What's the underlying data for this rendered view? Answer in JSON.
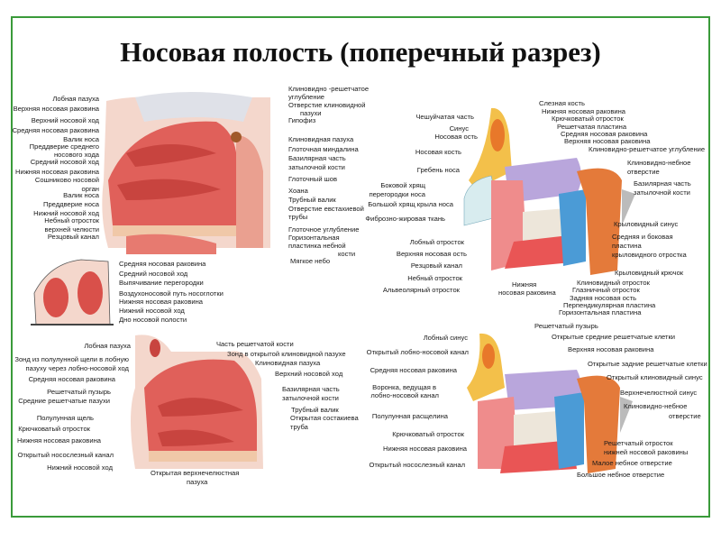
{
  "title": "Носовая полость (поперечный разрез)",
  "panels": {
    "sagittal": {
      "left": [
        "Лобная пазуха",
        "Верхняя носовая раковина",
        "Верхний носовой ход",
        "Средняя носовая раковина",
        "Валик носа",
        "Преддверие среднего",
        "носового хода",
        "Средний носовой ход",
        "Нижняя носовая раковина",
        "Сошниково носовой",
        "орган",
        "Валик носа",
        "Преддверие носа",
        "Нижний носовой ход",
        "Небный отросток",
        "верхней челюсти",
        "Резцовый канал"
      ],
      "right": [
        "Клиновидно -решетчатое",
        "углубление",
        "Отверстие клиновидной",
        "пазухи",
        "Гипофиз",
        "Клиновидная пазуха",
        "Глоточная миндалина",
        "Базилярная часть",
        "затылочной кости",
        "Глоточный шов",
        "Хоана",
        "Трубный валик",
        "Отверстие евстахиевой",
        "трубы",
        "Глоточное углубление",
        "Горизонтальная",
        "пластинка небной",
        "кости",
        "Мягкое небо"
      ]
    },
    "anterior": {
      "right": [
        "Средняя носовая раковина",
        "Средний носовой ход",
        "Выпячивание перегородки",
        "Воздухоносовой путь носоглотки",
        "Нижняя носовая раковина",
        "Нижний носовой ход",
        "Дно носовой полости"
      ]
    },
    "lateral_wall": {
      "left": [
        "Лобная пазуха",
        "Зонд из полулунной щели в лобную",
        "пазуху через лобно-носовой ход",
        "Средняя носовая раковина",
        "Решетчатый пузырь",
        "Средние решетчатые пазухи",
        "Полулунная щель",
        "Крючковатый отросток",
        "Нижняя носовая раковина",
        "Открытый носослезный канал",
        "Нижний носовой ход"
      ],
      "right": [
        "Часть решетчатой кости",
        "Зонд в открытой клиновидной пазухе",
        "Клиновидная пазуха",
        "Верхний носовой ход",
        "Базилярная часть",
        "затылочной кости",
        "Трубный валик",
        "Открытая состакиева",
        "труба",
        "Открытая верхнечелюстная",
        "пазуха"
      ]
    },
    "bones": {
      "left": [
        "Чешуйчатая часть",
        "Синус",
        "Носовая ость",
        "Носовая кость",
        "Гребень носа",
        "Боковой хрящ",
        "перегородки носа",
        "Большой хрящ крыла носа",
        "Фиброзно-жировая ткань",
        "Лобный отросток",
        "Верхняя носовая ость",
        "Резцовый канал",
        "Небный отросток",
        "Альвеолярный отросток"
      ],
      "right": [
        "Слезная кость",
        "Нижняя носовая раковина",
        "Крючковатый отросток",
        "Решетчатая пластина",
        "Средняя носовая раковина",
        "Верхняя носовая раковина",
        "Клиновидно-решетчатое углубление",
        "Клиновидно-небное",
        "отверстие",
        "Базилярная часть",
        "затылочной кости",
        "Крыловидный синус",
        "Средняя и боковая",
        "пластина",
        "крыловидного отростка",
        "Крыловидный крючок",
        "Клиновидный отросток",
        "Глазничный отросток",
        "Задняя носовая ость",
        "Перпендикулярная пластина",
        "Горизонтальная пластина",
        "Нижняя",
        "носовая раковина"
      ]
    },
    "bones_open": {
      "left": [
        "Лобный синус",
        "Открытый лобно-носовой канал",
        "Средняя носовая раковина",
        "Воронка, ведущая в",
        "лобно-носовой канал",
        "Полулунная расщелина",
        "Крючковатый отросток",
        "Нижняя носовая раковина",
        "Открытый носослезный канал"
      ],
      "right": [
        "Решетчатый пузырь",
        "Открытые средние решетчатые клетки",
        "Верхняя носовая раковина",
        "Открытые задние решетчатые клетки",
        "Открытый клиновидный синус",
        "Верхнечелюстной синус",
        "Клиновидно-небное",
        "отверстие",
        "Решетчатый отросток",
        "нижней носовой раковины",
        "Малое небное отверстие",
        "Большое небное отверстие"
      ]
    }
  },
  "colors": {
    "frame": "#3a9a3a",
    "tissue": "#e0605a",
    "bone_yellow": "#f3c04a",
    "bone_purple": "#b9a6dc",
    "bone_blue": "#4b9bd6",
    "bone_orange": "#e47a3a"
  }
}
